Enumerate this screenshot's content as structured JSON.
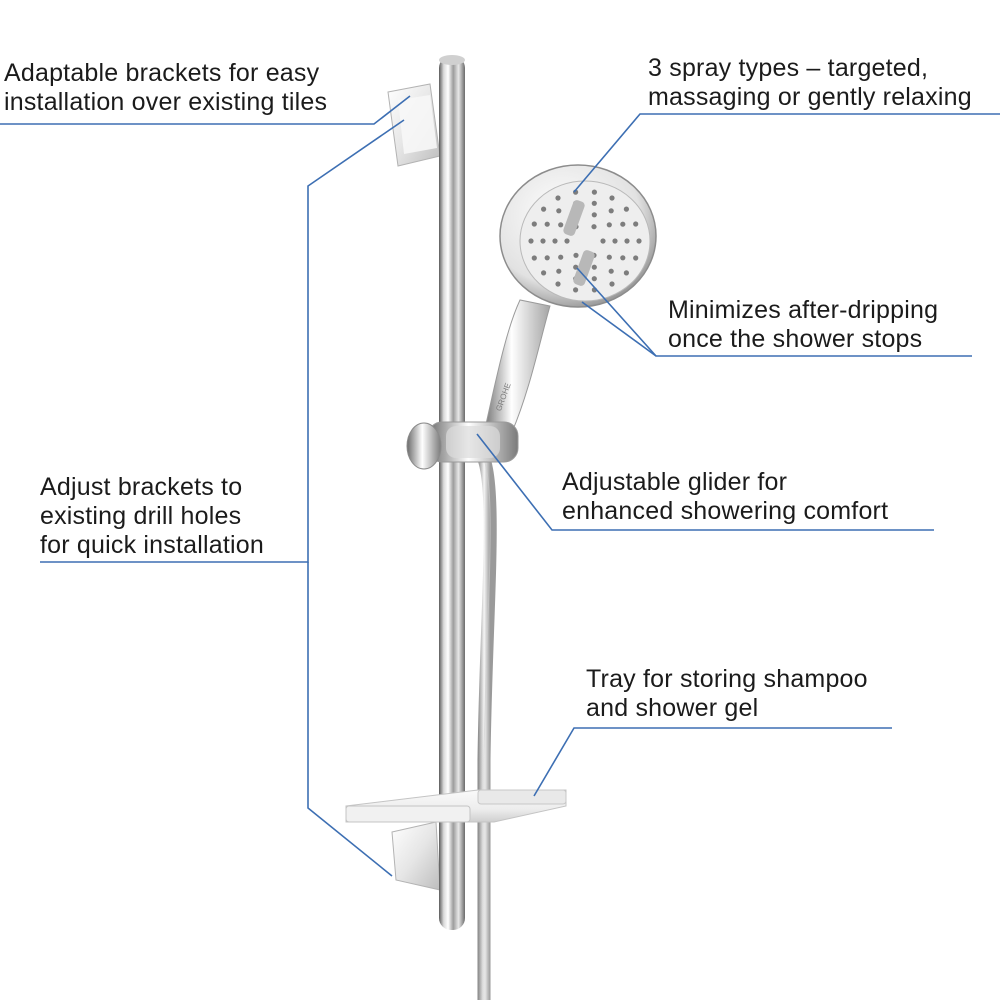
{
  "callouts": {
    "brackets_tiles": {
      "line1": "Adaptable brackets for easy",
      "line2": "installation over existing tiles"
    },
    "spray_types": {
      "line1": "3 spray types – targeted,",
      "line2": "massaging or gently relaxing"
    },
    "after_dripping": {
      "line1": "Minimizes after-dripping",
      "line2": "once the shower stops"
    },
    "drill_holes": {
      "line1": "Adjust brackets to",
      "line2": "existing drill holes",
      "line3": "for quick installation"
    },
    "glider": {
      "line1": "Adjustable glider for",
      "line2": "enhanced showering comfort"
    },
    "tray": {
      "line1": "Tray for storing shampoo",
      "line2": "and shower gel"
    }
  },
  "product": {
    "brand_mark": "GROHE"
  },
  "colors": {
    "leader_line": "#3d6fb3",
    "text": "#1b1b1b",
    "chrome_light": "#f4f4f4",
    "chrome_dark": "#6e6e6e"
  }
}
